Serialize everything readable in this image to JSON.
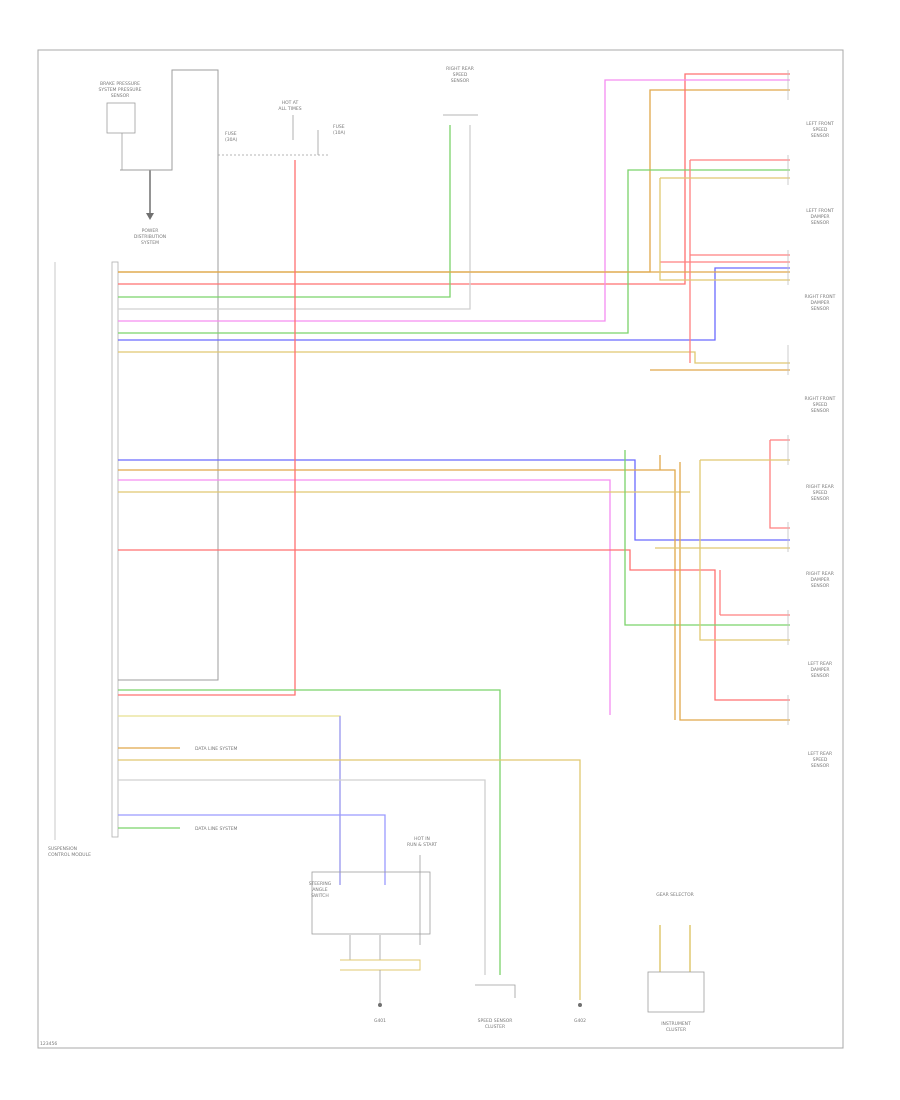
{
  "components": {
    "brake_pressure_sensor": [
      "BRAKE PRESSURE",
      "SYSTEM PRESSURE",
      "SENSOR"
    ],
    "power_distribution": [
      "POWER",
      "DISTRIBUTION",
      "SYSTEM"
    ],
    "hot_at_all_times": [
      "HOT AT",
      "ALL TIMES"
    ],
    "fuse": [
      "FUSE",
      "(30A)"
    ],
    "fuse2": [
      "FUSE",
      "(10A)"
    ],
    "right_rear_sensor": [
      "RIGHT REAR",
      "SPEED",
      "SENSOR"
    ],
    "left_front_speed": [
      "LEFT FRONT",
      "SPEED",
      "SENSOR"
    ],
    "left_front_damper": [
      "LEFT FRONT",
      "DAMPER",
      "SENSOR"
    ],
    "right_front_damper": [
      "RIGHT FRONT",
      "DAMPER",
      "SENSOR"
    ],
    "right_front_speed": [
      "RIGHT FRONT",
      "SPEED",
      "SENSOR"
    ],
    "right_rear_damper": [
      "RIGHT REAR",
      "DAMPER",
      "SENSOR"
    ],
    "left_rear_damper": [
      "LEFT REAR",
      "DAMPER",
      "SENSOR"
    ],
    "left_rear_speed": [
      "LEFT REAR",
      "SPEED",
      "SENSOR"
    ],
    "control_module": [
      "SUSPENSION",
      "CONTROL MODULE"
    ],
    "steering_switch": [
      "STEERING",
      "ANGLE",
      "SWITCH"
    ],
    "ignition_hot": [
      "HOT IN",
      "RUN & START"
    ],
    "speed_sensor_bottom": [
      "SPEED SENSOR",
      "CLUSTER"
    ],
    "instrument_cluster": [
      "INSTRUMENT",
      "CLUSTER"
    ],
    "gear_selector": [
      "GEAR SELECTOR"
    ],
    "g401": "G401",
    "g402": "G402",
    "footer": "123456"
  },
  "labels": {
    "data_line_1": "DATA LINE SYSTEM",
    "data_line_2": "DATA LINE SYSTEM"
  }
}
